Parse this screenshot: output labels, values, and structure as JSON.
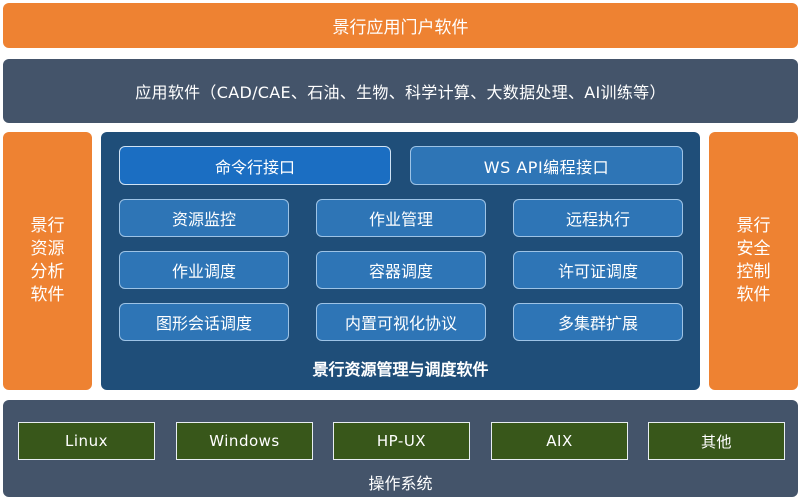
{
  "portal": {
    "label": "景行应用门户软件"
  },
  "apps": {
    "label": "应用软件（CAD/CAE、石油、生物、科学计算、大数据处理、AI训练等）"
  },
  "left_side": {
    "label": "景行资源分析软件"
  },
  "right_side": {
    "label": "景行安全控制软件"
  },
  "center": {
    "title": "景行资源管理与调度软件",
    "interfaces": [
      "命令行接口",
      "WS API编程接口"
    ],
    "modules": [
      "资源监控",
      "作业管理",
      "远程执行",
      "作业调度",
      "容器调度",
      "许可证调度",
      "图形会话调度",
      "内置可视化协议",
      "多集群扩展"
    ]
  },
  "os": {
    "label": "操作系统",
    "items": [
      "Linux",
      "Windows",
      "HP-UX",
      "AIX",
      "其他"
    ]
  },
  "colors": {
    "orange": "#ee8232",
    "slate": "#44546a",
    "navy": "#1f4e79",
    "module_blue": "#2e75b6",
    "os_green": "#38571a"
  }
}
